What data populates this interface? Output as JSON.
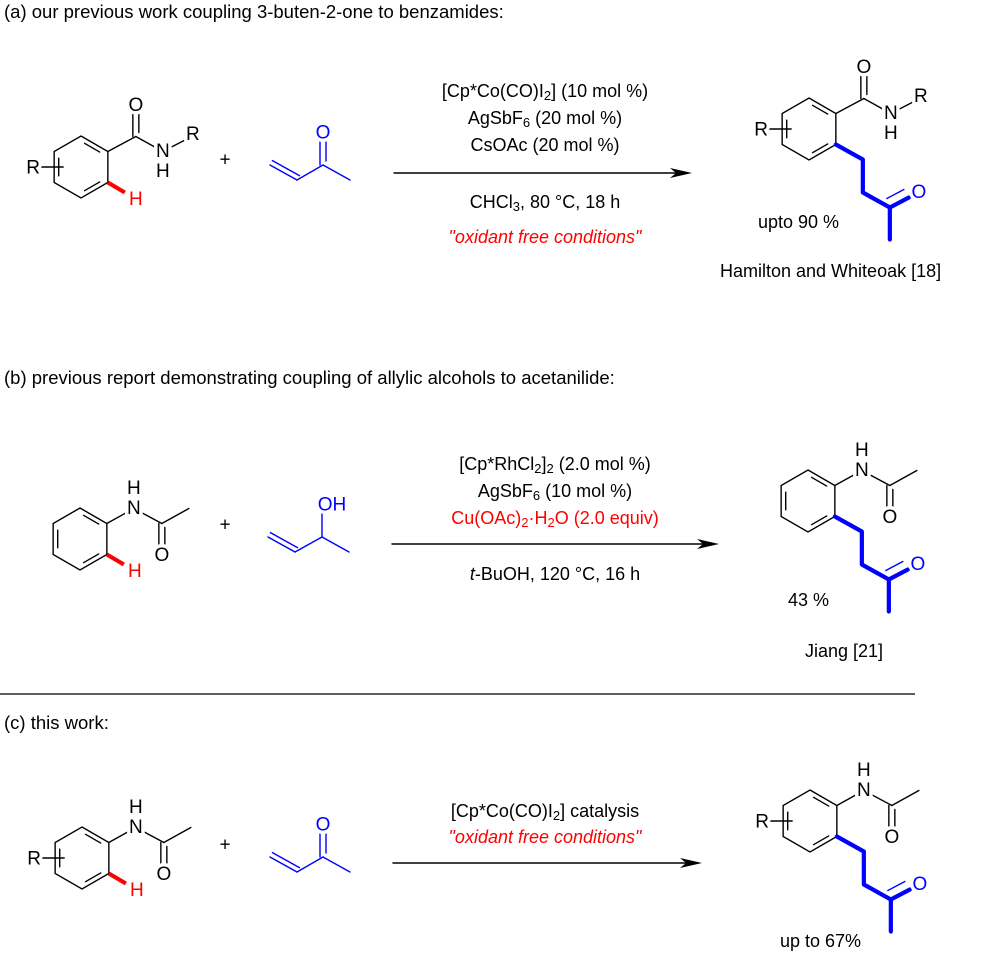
{
  "headers": {
    "a": "(a) our previous work coupling 3-buten-2-one to benzamides:",
    "b": "(b) previous report demonstrating coupling of allylic alcohols to acetanilide:",
    "c": "(c) this work:"
  },
  "atoms": {
    "O": "O",
    "N": "N",
    "H": "H",
    "R": "R",
    "OH": "OH",
    "plus": "+"
  },
  "conditions": {
    "a": {
      "above": [
        [
          {
            "t": "[Cp*Co(CO)I"
          },
          {
            "sub": "2"
          },
          {
            "t": "] (10 mol %)"
          }
        ],
        [
          {
            "t": "AgSbF"
          },
          {
            "sub": "6"
          },
          {
            "t": " (20 mol %)"
          }
        ],
        [
          {
            "t": "CsOAc (20 mol %)"
          }
        ]
      ],
      "below": [
        [
          {
            "t": "CHCl"
          },
          {
            "sub": "3"
          },
          {
            "t": ", 80 °C, 18 h"
          }
        ],
        [
          {
            "t": "\"oxidant free conditions\"",
            "style": "red-italic"
          }
        ]
      ]
    },
    "b": {
      "above": [
        [
          {
            "t": "[Cp*RhCl"
          },
          {
            "sub": "2"
          },
          {
            "t": "]"
          },
          {
            "sub": "2"
          },
          {
            "t": " (2.0 mol %)"
          }
        ],
        [
          {
            "t": "AgSbF"
          },
          {
            "sub": "6"
          },
          {
            "t": " (10 mol %)"
          }
        ],
        [
          {
            "t": "Cu(OAc)",
            "style": "red"
          },
          {
            "sub": "2",
            "style": "red"
          },
          {
            "t": "·H",
            "style": "red"
          },
          {
            "sub": "2",
            "style": "red"
          },
          {
            "t": "O (2.0 equiv)",
            "style": "red"
          }
        ]
      ],
      "below": [
        [
          {
            "t": "t",
            "style": "italic"
          },
          {
            "t": "-BuOH, 120 °C, 16 h"
          }
        ]
      ]
    },
    "c": {
      "above": [
        [
          {
            "t": "[Cp*Co(CO)I"
          },
          {
            "sub": "2"
          },
          {
            "t": "] catalysis"
          }
        ],
        [
          {
            "t": "\"oxidant free conditions\"",
            "style": "red-italic"
          }
        ]
      ],
      "below": []
    }
  },
  "yields": {
    "a": "upto 90 %",
    "b": "43 %",
    "c": "up to 67%"
  },
  "references": {
    "a": "Hamilton and Whiteoak [18]",
    "b": "Jiang [21]"
  },
  "colors": {
    "highlight_red": "#ff0000",
    "reagent_blue": "#0000ff"
  }
}
